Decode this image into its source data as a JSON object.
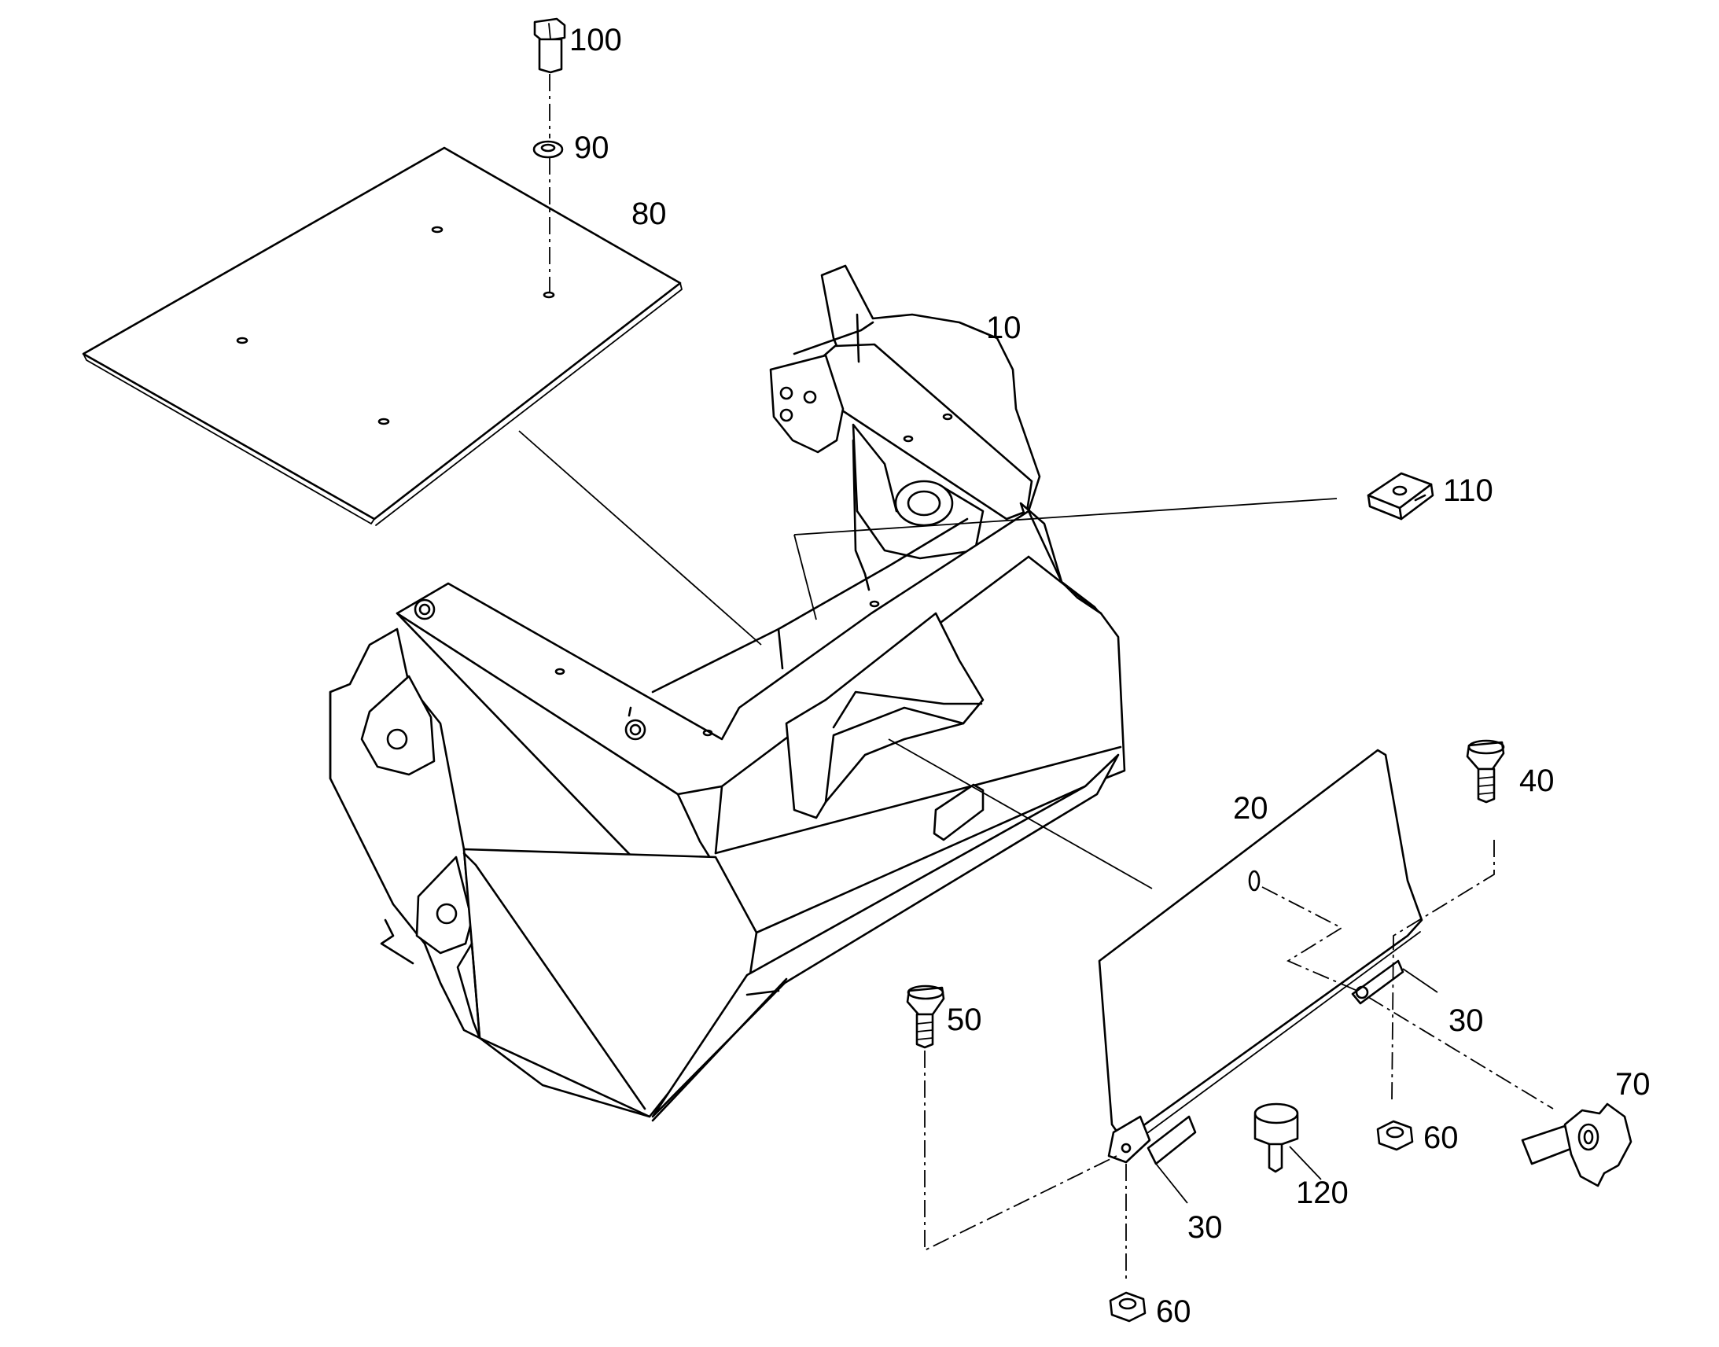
{
  "diagram": {
    "callouts": [
      {
        "id": "c100",
        "text": "100"
      },
      {
        "id": "c90",
        "text": "90"
      },
      {
        "id": "c80",
        "text": "80"
      },
      {
        "id": "c10",
        "text": "10"
      },
      {
        "id": "c110",
        "text": "110"
      },
      {
        "id": "c40",
        "text": "40"
      },
      {
        "id": "c20",
        "text": "20"
      },
      {
        "id": "c30a",
        "text": "30"
      },
      {
        "id": "c50",
        "text": "50"
      },
      {
        "id": "c70",
        "text": "70"
      },
      {
        "id": "c60a",
        "text": "60"
      },
      {
        "id": "c120",
        "text": "120"
      },
      {
        "id": "c30b",
        "text": "30"
      },
      {
        "id": "c60b",
        "text": "60"
      }
    ]
  }
}
